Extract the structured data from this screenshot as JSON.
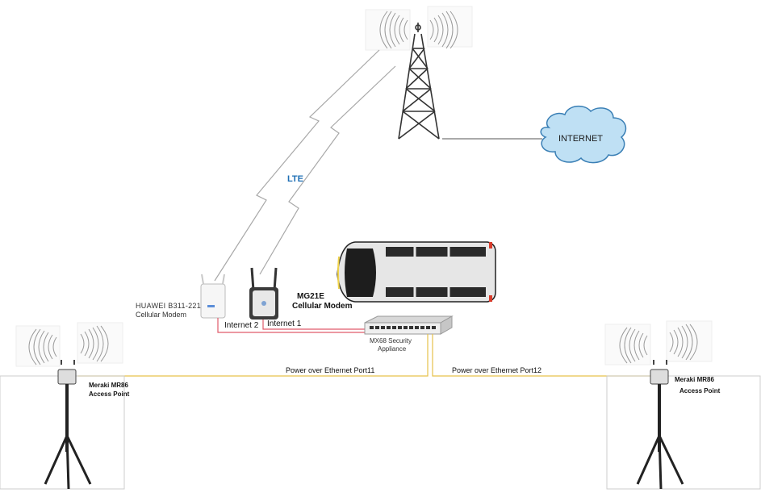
{
  "labels": {
    "lte": "LTE",
    "internet": "INTERNET",
    "huawei": "HUAWEI B311-221",
    "huawei_sub": "Cellular Modem",
    "mg21e": "MG21E",
    "mg21e_sub": "Cellular Modem",
    "internet2": "Internet 2",
    "internet1": "Internet 1",
    "mx68": "MX68 Security",
    "mx68_sub": "Appliance",
    "poe11": "Power over Ethernet Port11",
    "poe12": "Power over Ethernet Port12",
    "ap_left": "Meraki MR86",
    "ap_left_sub": "Access Point",
    "ap_right": "Meraki MR86",
    "ap_right_sub": "Access Point"
  },
  "colors": {
    "lte_text": "#1f6fb5",
    "internet_link": "#e05a6a",
    "poe_link": "#e6c24a",
    "cloud_fill": "#bfe0f4",
    "cloud_stroke": "#3a7fb5"
  }
}
